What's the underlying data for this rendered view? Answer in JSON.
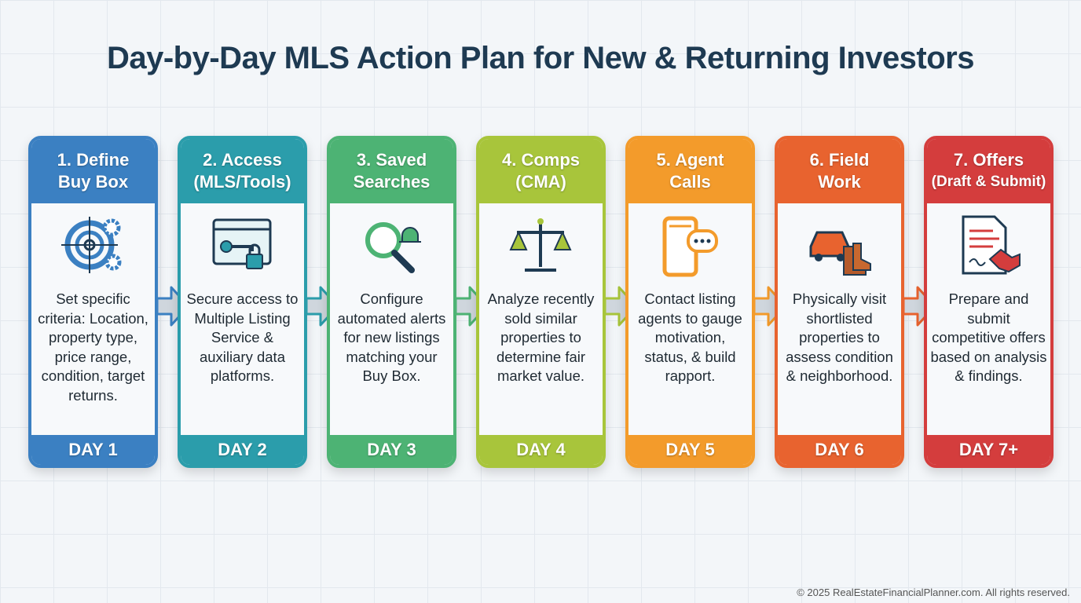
{
  "title": "Day-by-Day MLS Action Plan for New & Returning Investors",
  "steps": [
    {
      "title1": "1. Define",
      "title2": "Buy Box",
      "icon": "target-gears-icon",
      "desc": "Set specific criteria: Location, property type, price range, condition, target returns.",
      "day": "DAY 1",
      "color": "#3b80c2"
    },
    {
      "title1": "2. Access",
      "title2": "(MLS/Tools)",
      "icon": "browser-key-lock-icon",
      "desc": "Secure access to Multiple Listing Service & auxiliary data platforms.",
      "day": "DAY 2",
      "color": "#2b9dab"
    },
    {
      "title1": "3. Saved",
      "title2": "Searches",
      "icon": "search-bell-icon",
      "desc": "Configure automated alerts for new listings matching your Buy Box.",
      "day": "DAY 3",
      "color": "#4db374"
    },
    {
      "title1": "4. Comps",
      "title2": "(CMA)",
      "icon": "scale-chart-icon",
      "desc": "Analyze recently sold similar properties to determine fair market value.",
      "day": "DAY 4",
      "color": "#a8c53b"
    },
    {
      "title1": "5. Agent",
      "title2": "Calls",
      "icon": "phone-chat-icon",
      "desc": "Contact listing agents to gauge motivation, status, & build rapport.",
      "day": "DAY 5",
      "color": "#f39b2b"
    },
    {
      "title1": "6. Field",
      "title2": "Work",
      "icon": "car-boots-icon",
      "desc": "Physically visit shortlisted properties to assess condition & neighborhood.",
      "day": "DAY 6",
      "color": "#e8632f"
    },
    {
      "title1": "7. Offers",
      "title2": "(Draft & Submit)",
      "icon": "document-handshake-icon",
      "desc": "Prepare and submit competitive offers based on analysis & findings.",
      "day": "DAY 7+",
      "color": "#d43d3d"
    }
  ],
  "copyright": "© 2025 RealEstateFinancialPlanner.com. All rights reserved."
}
